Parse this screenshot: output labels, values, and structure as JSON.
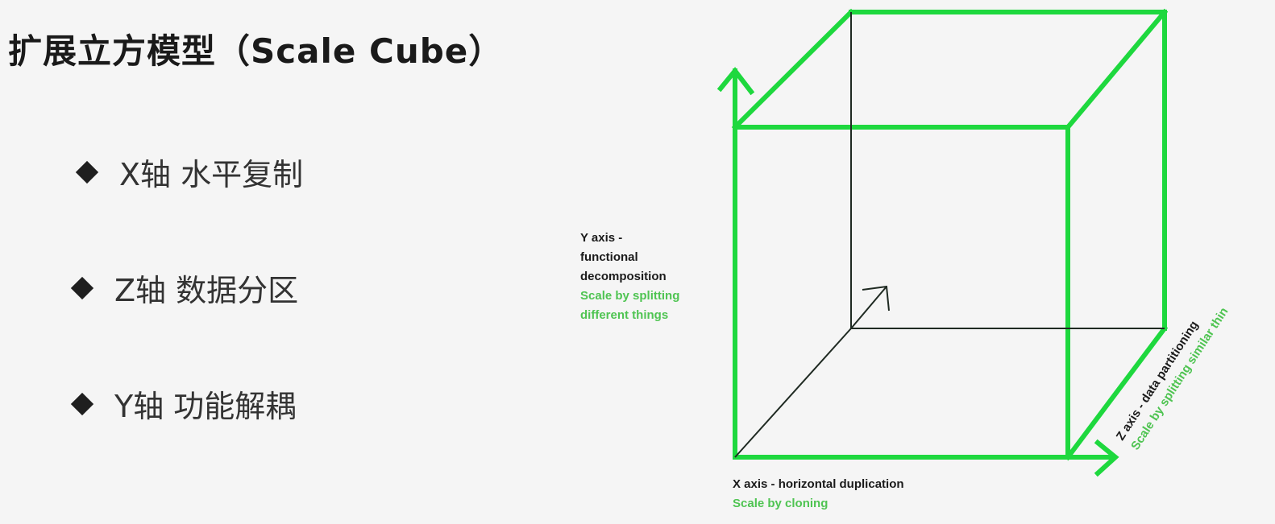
{
  "title": "扩展立方模型（Scale  Cube）",
  "bullets": [
    {
      "text": "X轴 水平复制"
    },
    {
      "text": "Z轴 数据分区"
    },
    {
      "text": "Y轴 功能解耦"
    }
  ],
  "diagram": {
    "y_axis": {
      "name_line1": "Y axis -",
      "name_line2": "functional",
      "name_line3": "decomposition",
      "desc_line1": "Scale by splitting",
      "desc_line2": "different things"
    },
    "x_axis": {
      "name": "X axis - horizontal duplication",
      "desc": "Scale by cloning"
    },
    "z_axis": {
      "name": "Z axis - data partitioning",
      "desc": "Scale by splitting similar thin"
    }
  },
  "colors": {
    "accent_green": "#1ed83e",
    "label_green": "#4fc452",
    "text_dark": "#1b1b1b",
    "background": "#f5f5f5"
  }
}
